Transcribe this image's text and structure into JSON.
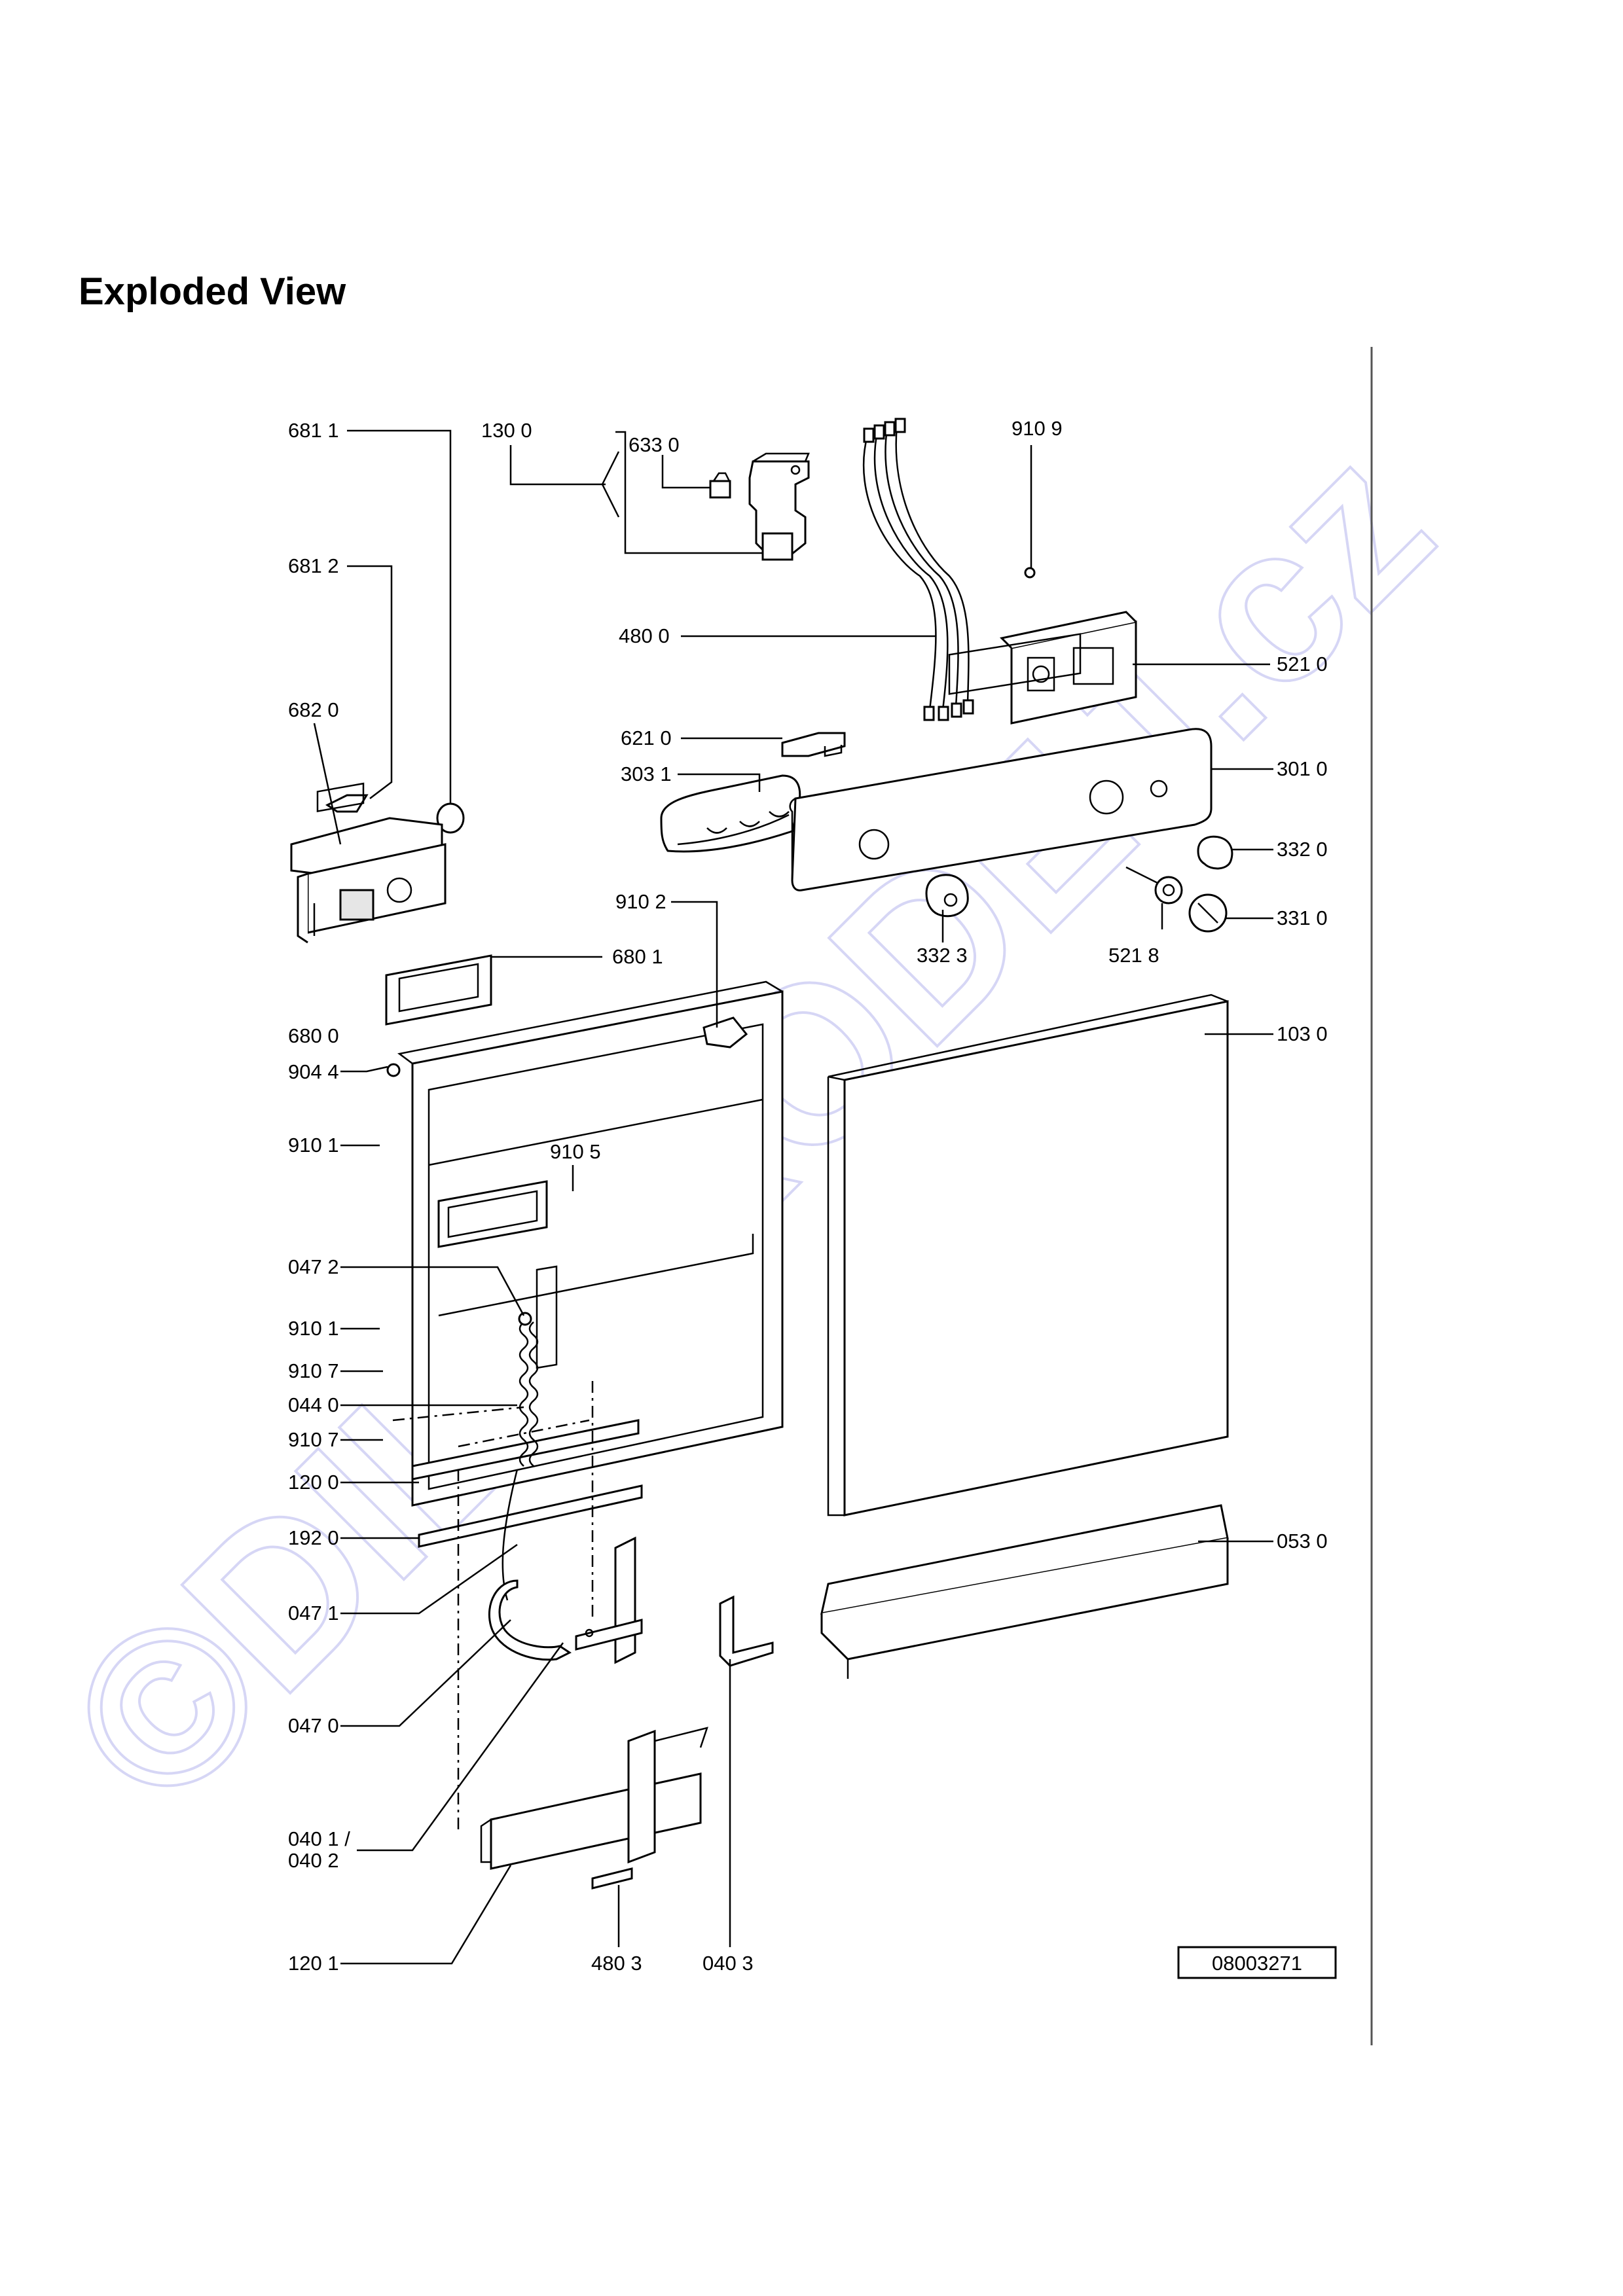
{
  "page": {
    "title": "Exploded View"
  },
  "watermark": {
    "text": "©DIL-PRODEJ.cz",
    "color": "#c9c9f2"
  },
  "drawing_number": "08003271",
  "labels": {
    "l6811": "681 1",
    "l6812": "681 2",
    "l6820": "682 0",
    "l6800": "680 0",
    "l1300": "130 0",
    "l6330": "633 0",
    "l9109": "910 9",
    "l4800": "480 0",
    "l5210": "521 0",
    "l6210": "621 0",
    "l3031": "303 1",
    "l3010": "301 0",
    "l3320": "332 0",
    "l3310": "331 0",
    "l9102": "910 2",
    "l3323": "332 3",
    "l5218": "521 8",
    "l6801": "680 1",
    "l9044": "904 4",
    "l1030": "103 0",
    "l9101a": "910 1",
    "l9105": "910 5",
    "l0472": "047 2",
    "l9101b": "910 1",
    "l9107a": "910 7",
    "l0440": "044 0",
    "l9107b": "910 7",
    "l1200": "120 0",
    "l1920": "192 0",
    "l0530": "053 0",
    "l0471": "047 1",
    "l0470": "047 0",
    "l0401": "040 1 /",
    "l0402": "040 2",
    "l1201": "120 1",
    "l4803": "480 3",
    "l0403": "040 3"
  }
}
